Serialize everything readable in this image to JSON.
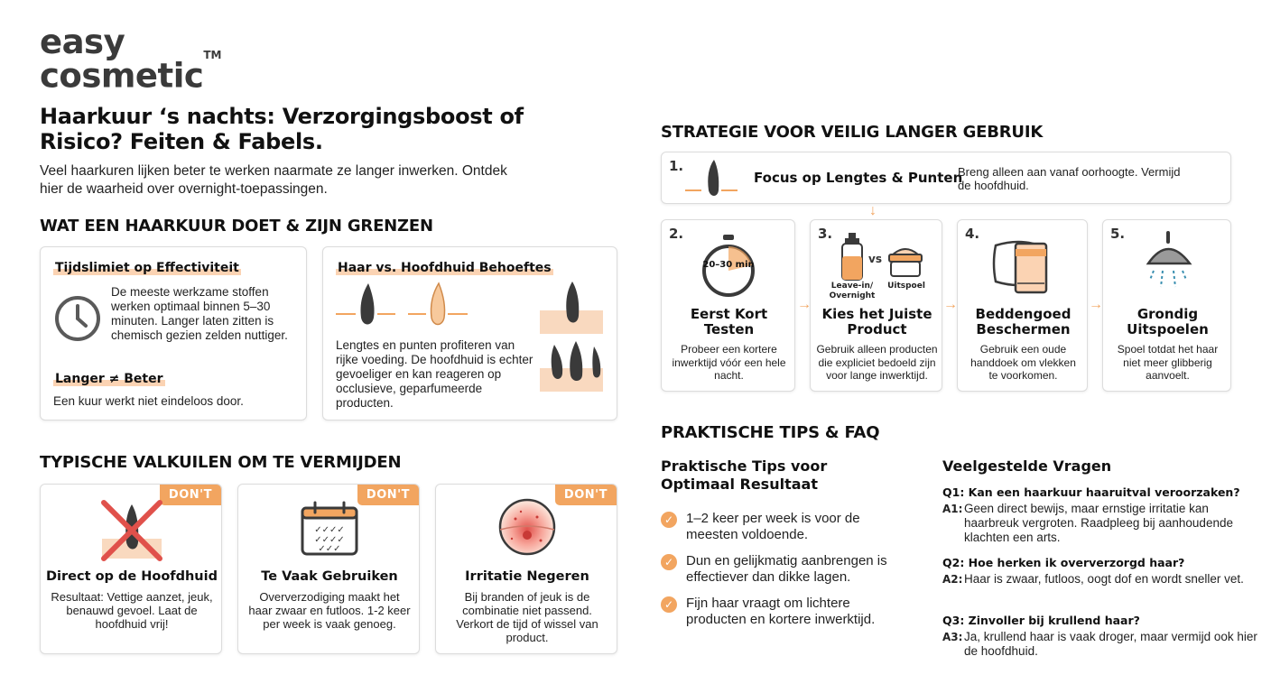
{
  "brand": {
    "line1": "easy",
    "line2": "cosmetic",
    "tm": "TM"
  },
  "title": "Haarkuur ‘s nachts: Verzorgingsboost of Risico? Feiten & Fabels.",
  "intro": "Veel haarkuren lijken beter te werken naarmate ze langer inwerken. Ontdek hier de waarheid over overnight-toepassingen.",
  "limits": {
    "heading": "WAT EEN HAARKUUR DOET & ZIJN GRENZEN",
    "card1": {
      "label": "Tijdslimiet op Effectiviteit",
      "text": "De meeste werkzame stoffen werken optimaal binnen 5–30 minuten. Langer laten zitten is chemisch gezien zelden nuttiger.",
      "label2": "Langer ≠ Beter",
      "text2": "Een kuur werkt niet eindeloos door."
    },
    "card2": {
      "label": "Haar vs. Hoofdhuid Behoeftes",
      "text": "Lengtes en punten profiteren van rijke voeding. De hoofdhuid is echter gevoeliger en kan reageren op occlusieve, geparfumeerde producten."
    }
  },
  "pitfalls": {
    "heading": "TYPISCHE VALKUILEN OM TE VERMIJDEN",
    "badge": "DON'T",
    "items": [
      {
        "title": "Direct op de Hoofdhuid",
        "desc": "Resultaat: Vettige aanzet, jeuk, benauwd gevoel. Laat de hoofdhuid vrij!"
      },
      {
        "title": "Te Vaak Gebruiken",
        "desc": "Oververzodiging maakt het haar zwaar en futloos. 1-2 keer per week is vaak genoeg."
      },
      {
        "title": "Irritatie Negeren",
        "desc": "Bij branden of jeuk is de combinatie niet passend. Verkort de tijd of wissel van product."
      }
    ]
  },
  "strategy": {
    "heading": "STRATEGIE VOOR VEILIG LANGER GEBRUIK",
    "step1": {
      "num": "1.",
      "title": "Focus op Lengtes & Punten",
      "desc": "Breng alleen aan vanaf oorhoogte. Vermijd de hoofdhuid."
    },
    "steps": [
      {
        "num": "2.",
        "title": "Eerst Kort Testen",
        "desc": "Probeer een kortere inwerktijd vóór een hele nacht.",
        "badge": "20–30 min"
      },
      {
        "num": "3.",
        "title": "Kies het Juiste Product",
        "desc": "Gebruik alleen producten die expliciet bedoeld zijn voor lange inwerktijd.",
        "left_label": "Leave-in/ Overnight",
        "vs": "vs",
        "right_label": "Uitspoel"
      },
      {
        "num": "4.",
        "title": "Beddengoed Beschermen",
        "desc": "Gebruik een oude handdoek om vlekken te voorkomen."
      },
      {
        "num": "5.",
        "title": "Grondig Uitspoelen",
        "desc": "Spoel totdat het haar niet meer glibberig aanvoelt."
      }
    ]
  },
  "tips": {
    "heading": "PRAKTISCHE TIPS & FAQ",
    "subheading": "Praktische Tips voor Optimaal Resultaat",
    "items": [
      "1–2 keer per week is voor de meesten voldoende.",
      "Dun en gelijkmatig aanbrengen is effectiever dan dikke lagen.",
      "Fijn haar vraagt om lichtere producten en kortere inwerktijd."
    ]
  },
  "faq": {
    "heading": "Veelgestelde Vragen",
    "items": [
      {
        "q": "Q1: Kan een haarkuur haaruitval veroorzaken?",
        "al": "A1:",
        "a": "Geen direct bewijs, maar ernstige irritatie kan haarbreuk vergroten. Raadpleeg bij aanhoudende klachten een arts."
      },
      {
        "q": "Q2: Hoe herken ik oververzorgd haar?",
        "al": "A2:",
        "a": "Haar is zwaar, futloos, oogt dof en wordt sneller vet."
      },
      {
        "q": "Q3: Zinvoller bij krullend haar?",
        "al": "A3:",
        "a": "Ja, krullend haar is vaak droger, maar vermijd ook hier de hoofdhuid."
      }
    ]
  },
  "colors": {
    "accent": "#f2a560",
    "highlight": "#fbd3b3",
    "skin": "#f9d9bf"
  }
}
